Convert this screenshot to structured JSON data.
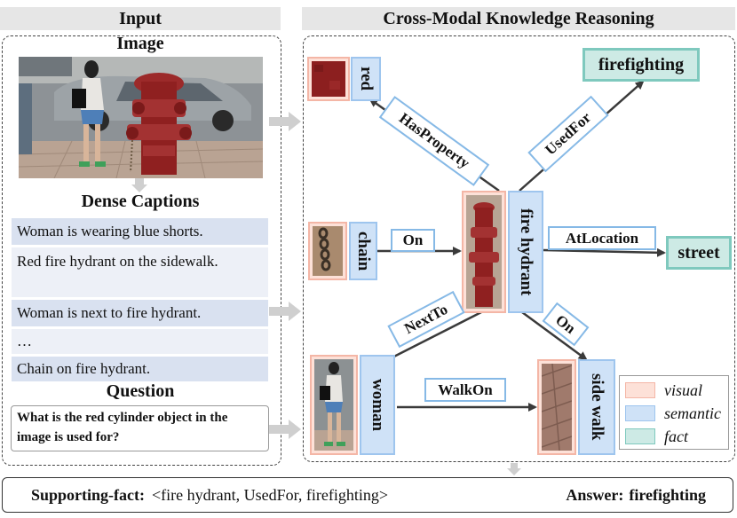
{
  "input": {
    "header": "Input",
    "image_title": "Image",
    "dense_title": "Dense Captions",
    "captions": [
      "Woman is wearing blue shorts.",
      "Red fire hydrant on the sidewalk.",
      "Woman is next to fire hydrant.",
      "…",
      "Chain on fire hydrant."
    ],
    "question_title": "Question",
    "question": "What is the red cylinder object in the image is used for?"
  },
  "reasoning": {
    "header": "Cross-Modal Knowledge Reasoning",
    "nodes": {
      "red": "red",
      "chain": "chain",
      "fire_hydrant": "fire hydrant",
      "woman": "woman",
      "side_walk": "side walk",
      "firefighting": "firefighting",
      "street": "street"
    },
    "edges": {
      "has_property": "HasProperty",
      "used_for": "UsedFor",
      "on_chain": "On",
      "at_location": "AtLocation",
      "next_to": "NextTo",
      "on_sidewalk": "On",
      "walk_on": "WalkOn"
    },
    "legend": [
      "visual",
      "semantic",
      "fact"
    ]
  },
  "bottom": {
    "supporting_label": "Supporting-fact:",
    "supporting_value": "<fire hydrant, UsedFor, firefighting>",
    "answer_label": "Answer:",
    "answer_value": "firefighting"
  },
  "colors": {
    "visual": "#fde1d8",
    "semantic": "#cfe2f7",
    "fact": "#cdeae5"
  }
}
